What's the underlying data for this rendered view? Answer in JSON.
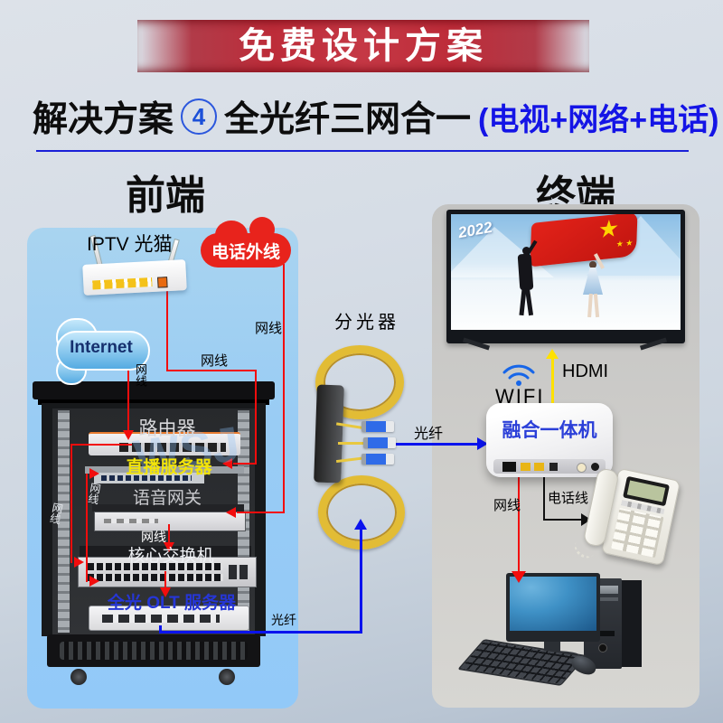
{
  "banner": {
    "title": "免费设计方案"
  },
  "headline": {
    "prefix": "解决方案",
    "badge": "4",
    "main": "全光纤三网合一",
    "paren": "(电视+网络+电话)"
  },
  "sections": {
    "front": "前端",
    "terminal": "终端"
  },
  "labels": {
    "netcable": "网线",
    "fiber": "光纤"
  },
  "frontend": {
    "modem": "IPTV 光猫",
    "phone_outside": "电话外线",
    "internet": "Internet",
    "rack": {
      "router": "路由器",
      "live_server": "直播服务器",
      "voice_gateway": "语音网关",
      "core_switch": "核心交换机",
      "olt": "全光 OLT 服务器",
      "watermark": "WSJ"
    }
  },
  "splitter": {
    "name": "分光器"
  },
  "terminal": {
    "tv_year": "2022",
    "wifi": "WIFI",
    "hdmi": "HDMI",
    "box": "融合一体机",
    "phone_line": "电话线"
  },
  "colors": {
    "accent_red": "#f20d0d",
    "banner_red": "#c53845",
    "title_blue": "#1414e6",
    "line_blue": "#0b13ee",
    "fiber_yellow": "#e2bc35",
    "hdmi_yellow": "#ffe100",
    "live_server_yellow": "#f2e40a",
    "olt_blue": "#2636d6",
    "panel_blue": "#99ccf4",
    "panel_gray": "#cfcecb"
  }
}
